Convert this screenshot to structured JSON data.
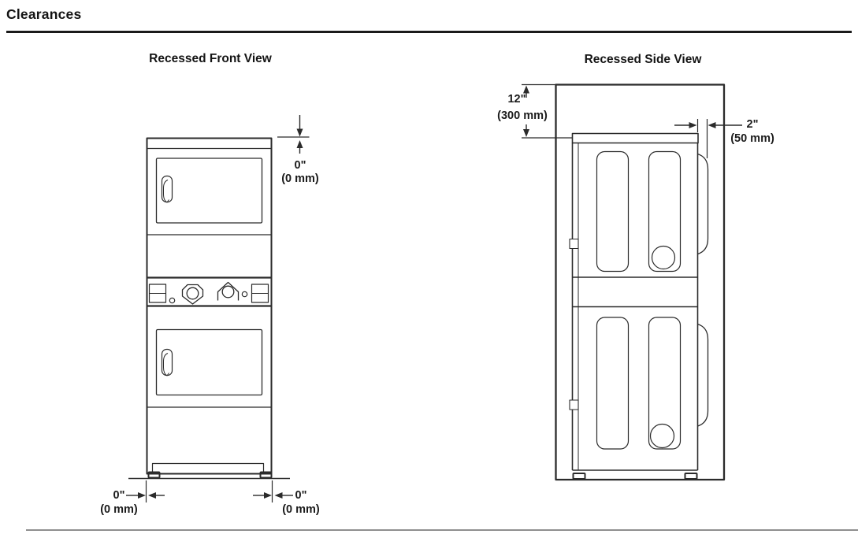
{
  "page": {
    "title": "Clearances",
    "ink_color": "#2b2b2b",
    "rule_color": "#1a1a1a"
  },
  "front_view": {
    "heading": "Recessed Front View",
    "dims": {
      "top": {
        "value": "0\"",
        "metric": "(0 mm)"
      },
      "bottom_left": {
        "value": "0\"",
        "metric": "(0 mm)"
      },
      "bottom_right": {
        "value": "0\"",
        "metric": "(0 mm)"
      }
    }
  },
  "side_view": {
    "heading": "Recessed Side View",
    "dims": {
      "top_rear": {
        "value": "12\"",
        "metric": "(300 mm)"
      },
      "front": {
        "value": "2\"",
        "metric": "(50 mm)"
      }
    }
  }
}
